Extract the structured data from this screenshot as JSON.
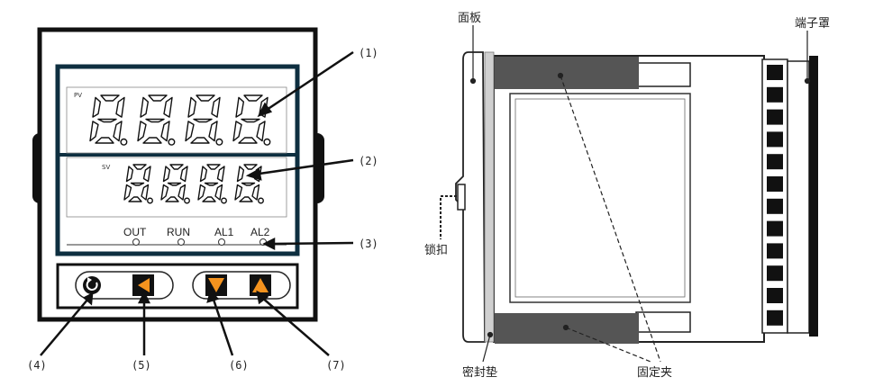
{
  "front": {
    "pv_label": "PV",
    "sv_label": "SV",
    "pv_digits": "8.8.8.8.",
    "sv_digits": "8.8.8.8.",
    "indicators": [
      "OUT",
      "RUN",
      "AL1",
      "AL2"
    ],
    "callouts": [
      "(1)",
      "(2)",
      "(3)",
      "(4)",
      "(5)",
      "(6)",
      "(7)"
    ],
    "colors": {
      "frame": "#0e2f40",
      "key_accent": "#f5931e",
      "body": "#111111"
    },
    "keys": [
      {
        "name": "cycle-key",
        "icon": "refresh-icon"
      },
      {
        "name": "left-key",
        "icon": "triangle-left-icon"
      },
      {
        "name": "down-key",
        "icon": "triangle-down-icon"
      },
      {
        "name": "up-key",
        "icon": "triangle-up-icon"
      }
    ]
  },
  "side": {
    "panel_label": "面板",
    "terminal_cover_label": "端子罩",
    "lock_label": "锁扣",
    "gasket_label": "密封垫",
    "clamp_label": "固定夹"
  }
}
